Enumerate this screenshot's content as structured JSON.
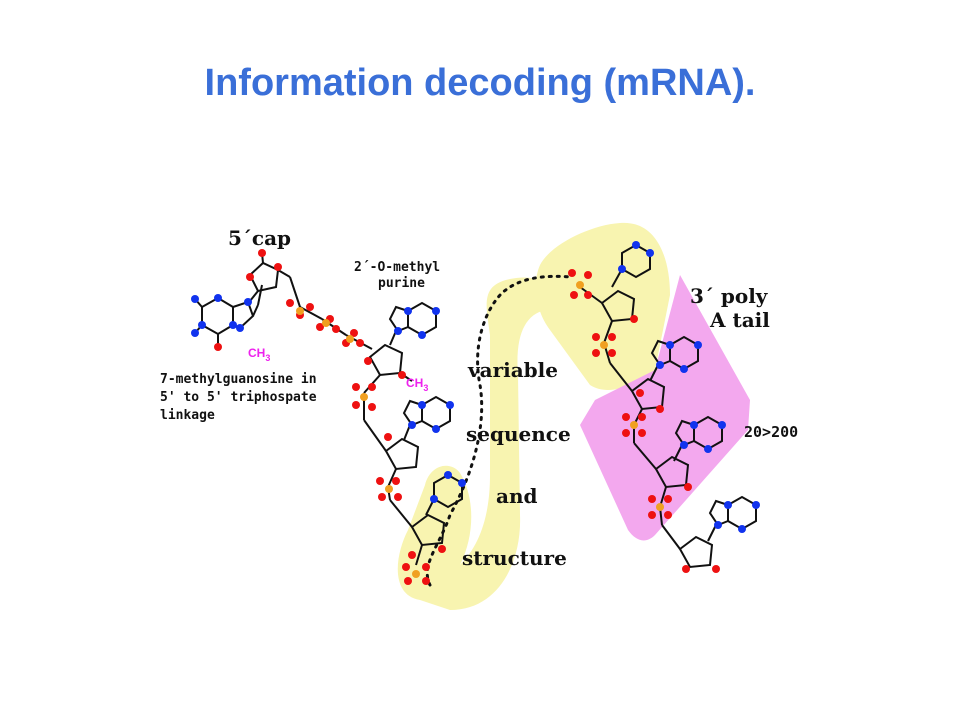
{
  "title": "Information decoding (mRNA).",
  "diagram": {
    "labels": {
      "cap": "5´cap",
      "methyl_purine_1": "2´-O-methyl",
      "methyl_purine_2": "purine",
      "guanosine_1": "7-methylguanosine in",
      "guanosine_2": "5' to 5' triphospate",
      "guanosine_3": "linkage",
      "ch3": "CH",
      "ch3_sub": "3",
      "variable": "variable",
      "sequence": "sequence",
      "and": "and",
      "structure": "structure",
      "polya_1": "3´ poly",
      "polya_2": "A tail",
      "count": "20>200"
    },
    "colors": {
      "title": "#3a6fd8",
      "oxygen": "#ee1111",
      "nitrogen": "#1133ee",
      "phosphorus": "#f0a020",
      "carbon": "#111111",
      "methyl": "#ee22ee",
      "yellow_band": "#f8f4b0",
      "pink_band": "#f3a8ee"
    }
  }
}
